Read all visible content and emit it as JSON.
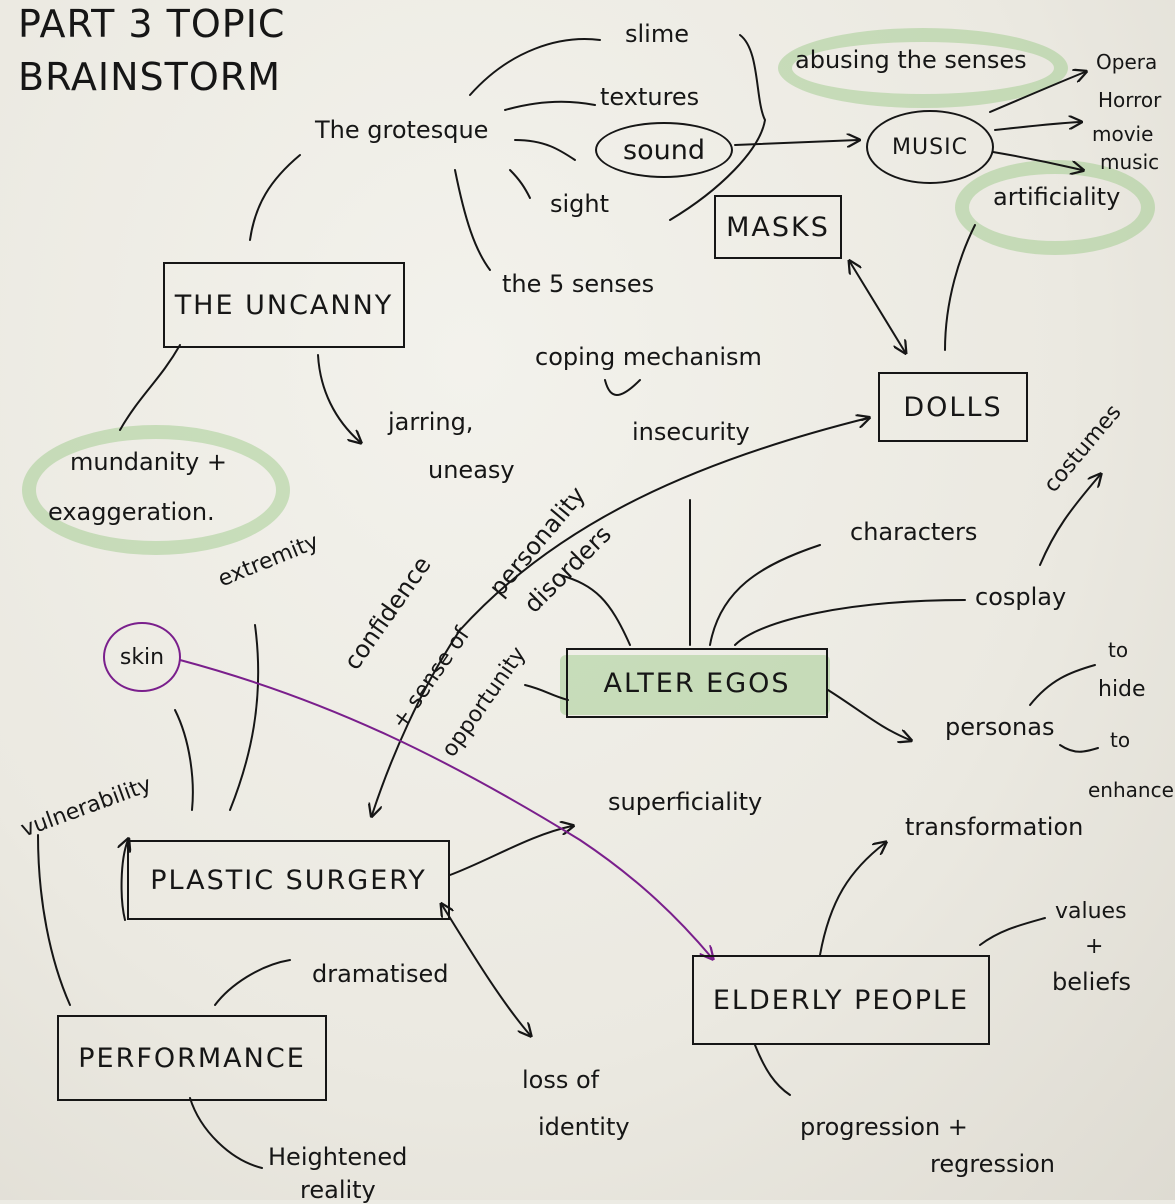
{
  "title": {
    "line1": "PART 3 TOPIC",
    "line2": "BRAINSTORM"
  },
  "boxes": {
    "uncanny": "THE UNCANNY",
    "masks": "MASKS",
    "dolls": "DOLLS",
    "alter_egos": "ALTER EGOS",
    "plastic_surgery": "PLASTIC SURGERY",
    "elderly_people": "ELDERLY PEOPLE",
    "performance": "PERFORMANCE"
  },
  "circled": {
    "sound": "sound",
    "music": "MUSIC",
    "skin": "skin"
  },
  "labels": {
    "slime": "slime",
    "textures": "textures",
    "grotesque": "The grotesque",
    "sight": "sight",
    "five_senses": "the 5 senses",
    "abusing_senses": "abusing the senses",
    "opera": "Opera",
    "horror": "Horror",
    "movie": "movie",
    "music_small": "music",
    "artificiality": "artificiality",
    "coping": "coping mechanism",
    "insecurity": "insecurity",
    "jarring": "jarring,",
    "uneasy": "uneasy",
    "mundanity": "mundanity +",
    "exaggeration": "exaggeration.",
    "extremity": "extremity",
    "confidence": "confidence",
    "plus_sense": "+ sense of",
    "opportunity": "opportunity",
    "personality": "personality",
    "disorders": "disorders",
    "characters": "characters",
    "costumes": "costumes",
    "cosplay": "cosplay",
    "personas": "personas",
    "to1": "to",
    "hide": "hide",
    "to2": "to",
    "enhance": "enhance",
    "vulnerability": "vulnerability",
    "superficiality": "superficiality",
    "transformation": "transformation",
    "values": "values",
    "plus": "+",
    "beliefs": "beliefs",
    "dramatised": "dramatised",
    "loss_of": "loss of",
    "identity": "identity",
    "heightened": "Heightened",
    "reality": "reality",
    "progression": "progression +",
    "regression": "regression"
  },
  "colors": {
    "ink": "#161616",
    "highlight": "#96c882",
    "purple": "#7a1f8c",
    "paper": "#eeede6"
  }
}
